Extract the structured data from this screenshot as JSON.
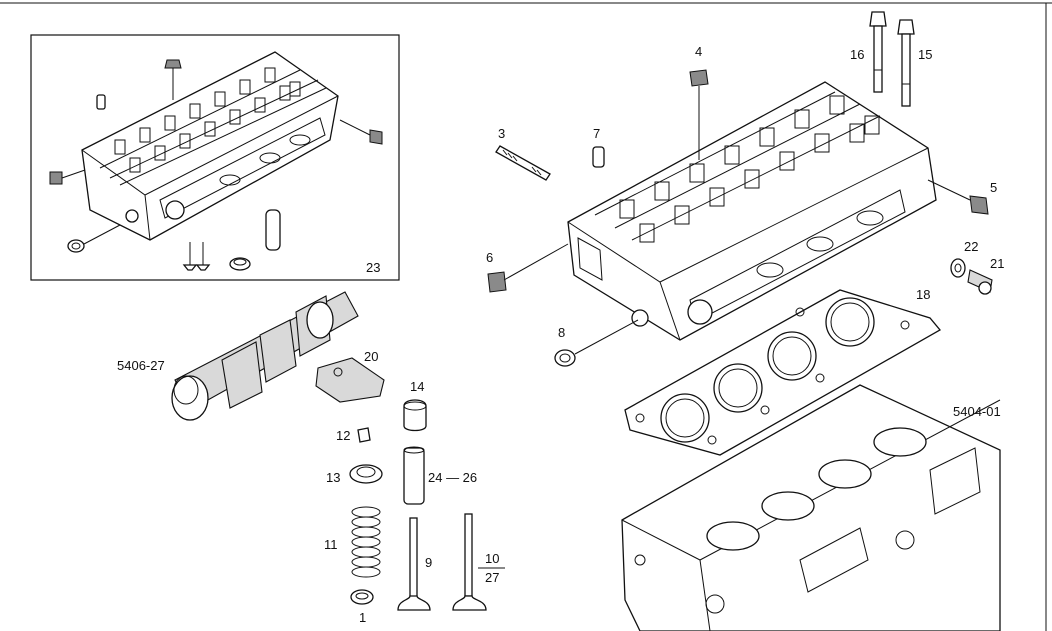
{
  "labels": {
    "l1": "1",
    "l3": "3",
    "l4": "4",
    "l5": "5",
    "l6": "6",
    "l7": "7",
    "l8": "8",
    "l9": "9",
    "l10": "10",
    "l11": "11",
    "l12": "12",
    "l13": "13",
    "l14": "14",
    "l15": "15",
    "l16": "16",
    "l18": "18",
    "l20": "20",
    "l21": "21",
    "l22": "22",
    "l23": "23",
    "l24_26": "24 — 26",
    "l27": "27",
    "ref_camshaft": "5406-27",
    "ref_block": "5404-01"
  }
}
